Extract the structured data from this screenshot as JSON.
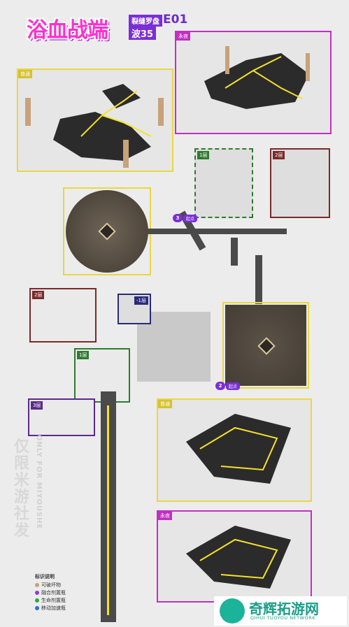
{
  "header": {
    "title": "浴血战端",
    "tag_mode": "裂缝罗盘",
    "tag_code": "E01",
    "tag_wave": "波35"
  },
  "panels": {
    "top_left_label": "普通",
    "top_right_label": "永夜",
    "bottom_top_label": "普通",
    "bottom_bottom_label": "永夜"
  },
  "floors": {
    "f1_right": "1层",
    "f2_right": "2层",
    "f2_left": "2层",
    "fminus1": "-1层",
    "f1_left": "1层",
    "f3": "3层"
  },
  "points": {
    "p3_num": "3",
    "p3_label": "起点",
    "p2_num": "2",
    "p2_label": "起点"
  },
  "legend": {
    "title": "标识说明",
    "items": [
      {
        "label": "可破坏物",
        "color": "#c8a27a"
      },
      {
        "label": "融合剂置瓶",
        "color": "#8e3bd8"
      },
      {
        "label": "生命剂置瓶",
        "color": "#2aa93a"
      },
      {
        "label": "移动加速瓶",
        "color": "#2a6fe0"
      }
    ]
  },
  "watermark": {
    "vertical_cn": "仅限米游社发",
    "vertical_en": "ONLY FOR MIYOUSHE"
  },
  "brand": {
    "name": "奇辉拓游网",
    "sub": "QIHUI TUOYOU NETWORK"
  },
  "colors": {
    "title": "#ff2fd0",
    "accent_purple": "#7a2fd6",
    "panel_yellow": "#e9d743",
    "panel_magenta": "#c22fc2",
    "floor_green": "#2f7a2f",
    "floor_brown": "#7a2a2a",
    "route_yellow": "#f5e22a"
  }
}
